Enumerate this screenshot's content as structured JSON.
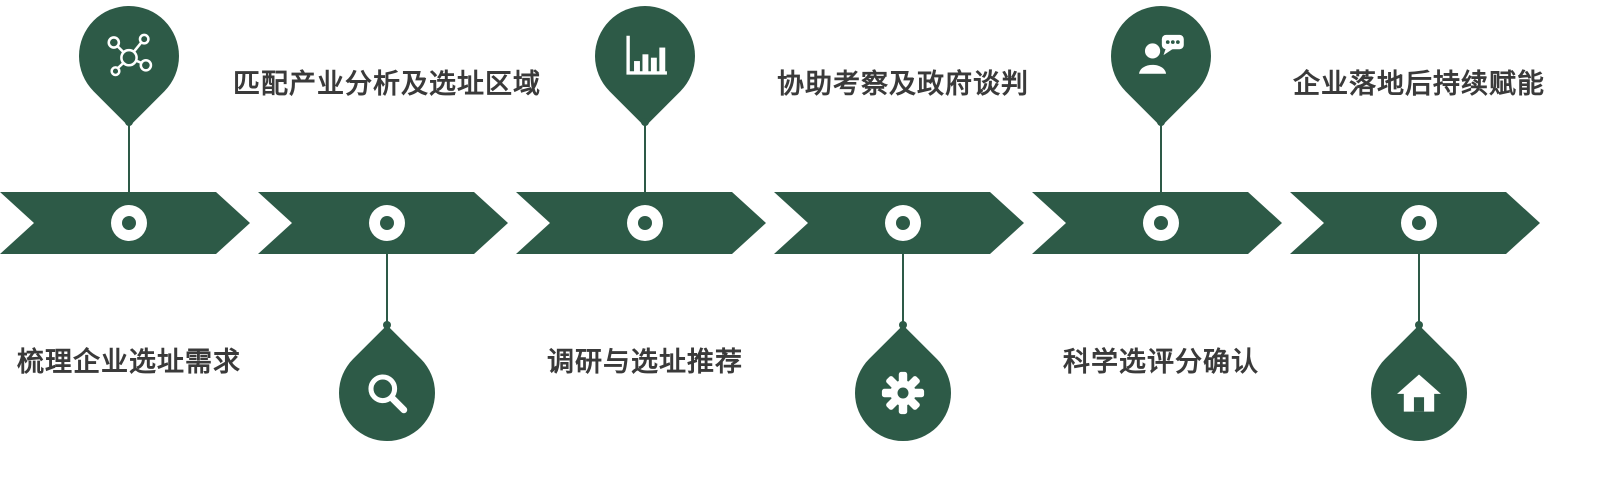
{
  "colors": {
    "accent_green": "#2d5a47",
    "icon_color": "#ffffff",
    "label_text": "#3a3a3a"
  },
  "steps": [
    {
      "label": "梳理企业选址需求",
      "icon": "network-icon",
      "icon_position": "top"
    },
    {
      "label": "匹配产业分析及选址区域",
      "icon": "search-icon",
      "icon_position": "bottom"
    },
    {
      "label": "调研与选址推荐",
      "icon": "bar-chart-icon",
      "icon_position": "top"
    },
    {
      "label": "协助考察及政府谈判",
      "icon": "gear-icon",
      "icon_position": "bottom"
    },
    {
      "label": "科学选评分确认",
      "icon": "person-chat-icon",
      "icon_position": "top"
    },
    {
      "label": "企业落地后持续赋能",
      "icon": "home-icon",
      "icon_position": "bottom"
    }
  ]
}
